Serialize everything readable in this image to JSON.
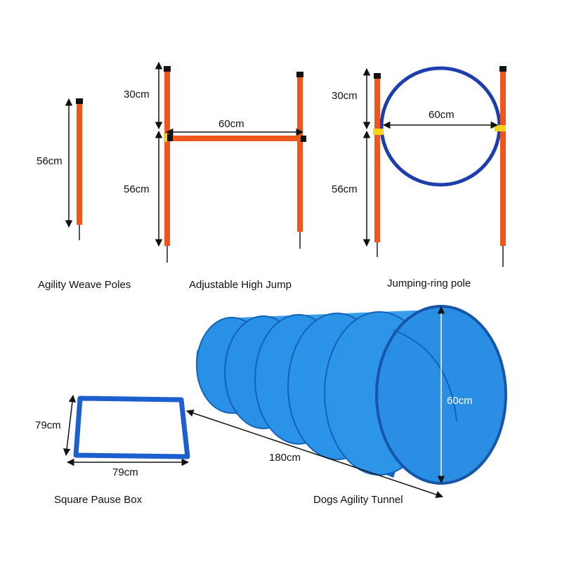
{
  "products": {
    "weave": {
      "name": "Agility Weave Poles",
      "height": "56cm"
    },
    "jump": {
      "name": "Adjustable High Jump",
      "top": "30cm",
      "height": "56cm",
      "width": "60cm"
    },
    "ring": {
      "name": "Jumping-ring pole",
      "top": "30cm",
      "height": "56cm",
      "diameter": "60cm"
    },
    "box": {
      "name": "Square Pause Box",
      "side": "79cm",
      "bottom": "79cm"
    },
    "tunnel": {
      "name": "Dogs Agility Tunnel",
      "diameter": "60cm",
      "length": "180cm"
    }
  },
  "colors": {
    "pole": "#f0561c",
    "blue": "#1e7fd8",
    "ring": "#1d3fae"
  }
}
